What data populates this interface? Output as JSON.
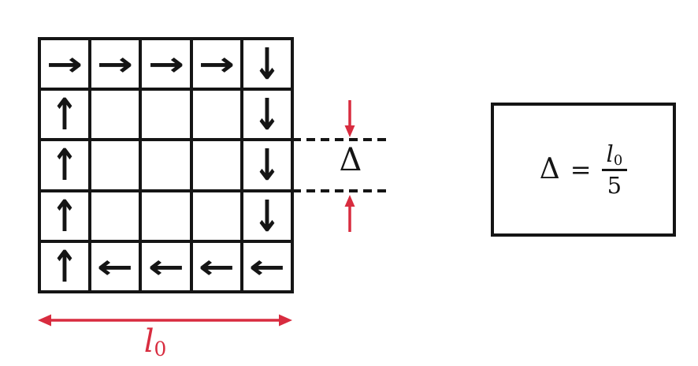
{
  "figure": {
    "grid": {
      "rows": 5,
      "cols": 5,
      "cells": [
        "→",
        "→",
        "→",
        "→",
        "↓",
        "↑",
        "",
        "",
        "",
        "↓",
        "↑",
        "",
        "",
        "",
        "↓",
        "↑",
        "",
        "",
        "",
        "↓",
        "↑",
        "←",
        "←",
        "←",
        "←"
      ]
    },
    "delta_label": "Δ",
    "length_label": {
      "base": "l",
      "sub": "0"
    },
    "formula": {
      "lhs": "Δ",
      "equals": "=",
      "numerator": {
        "base": "l",
        "sub": "0"
      },
      "denominator": "5"
    },
    "colors": {
      "accent_red": "#d82c3f",
      "ink_black": "#151515"
    }
  }
}
